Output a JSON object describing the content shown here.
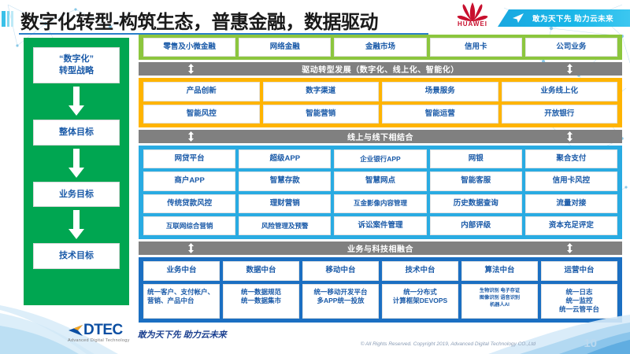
{
  "header": {
    "title": "数字化转型-构筑生态，普惠金融，数据驱动",
    "brand_logo_text": "HUAWEI",
    "ribbon_text": "敢为天下先 助力云未来",
    "accent_color": "#2a7fc9",
    "brand_color": "#c8102e"
  },
  "left_column": {
    "background_color": "#00a651",
    "items": [
      {
        "label": "“数字化”\n转型战略"
      },
      {
        "label": "整体目标"
      },
      {
        "label": "业务目标"
      },
      {
        "label": "技术目标"
      }
    ],
    "arrow_icon": "down-arrow-icon"
  },
  "sections": {
    "business_lines": {
      "color": "#8cc63e",
      "items": [
        "零售及小微金融",
        "网络金融",
        "金融市场",
        "信用卡",
        "公司业务"
      ]
    },
    "connector_1": {
      "label": "驱动转型发展（数字化、线上化、智能化）",
      "color": "#808080"
    },
    "transformation": {
      "color": "#ffb400",
      "rows": [
        [
          "产品创新",
          "数字渠道",
          "场景服务",
          "业务线上化"
        ],
        [
          "智能风控",
          "智能营销",
          "智能运营",
          "开放银行"
        ]
      ]
    },
    "connector_2": {
      "label": "线上与线下相结合",
      "color": "#808080"
    },
    "online_offline": {
      "color": "#29abe2",
      "rows": [
        [
          "网贷平台",
          "超级APP",
          "企业银行APP",
          "网银",
          "聚合支付"
        ],
        [
          "商户APP",
          "智慧存款",
          "智慧网点",
          "智能客服",
          "信用卡风控"
        ],
        [
          "传统贷款风控",
          "理财营销",
          "互金影像内容管理",
          "历史数据查询",
          "流量对接"
        ],
        [
          "互联网综合营销",
          "风险管理及预警",
          "诉讼案件管理",
          "内部评级",
          "资本充足评定"
        ]
      ]
    },
    "connector_3": {
      "label": "业务与科技相融合",
      "color": "#808080"
    },
    "midend": {
      "color": "#1b6fc2",
      "headers": [
        "业务中台",
        "数据中台",
        "移动中台",
        "技术中台",
        "算法中台",
        "运营中台"
      ],
      "bodies": [
        "统一客户、支付帐户、营销、产品中台",
        "统一数据规范\n统一数据集市",
        "统一移动开发平台\n多APP统一投放",
        "统一分布式\n计算框架DEVOPS",
        "生物识别 电子存证\n图像识别 语音识别\n机器人AI",
        "统一日志\n统一监控\n统一云管平台"
      ]
    }
  },
  "footer": {
    "logo_word": "DTEC",
    "logo_sub": "Advanced Digital Technology",
    "slogan": "敢为天下先  助力云未来",
    "copyright": "© All Rights Reserved. Copyright 2019, Advanced Digital Technology CO.,Ltd",
    "page_number": "10"
  }
}
